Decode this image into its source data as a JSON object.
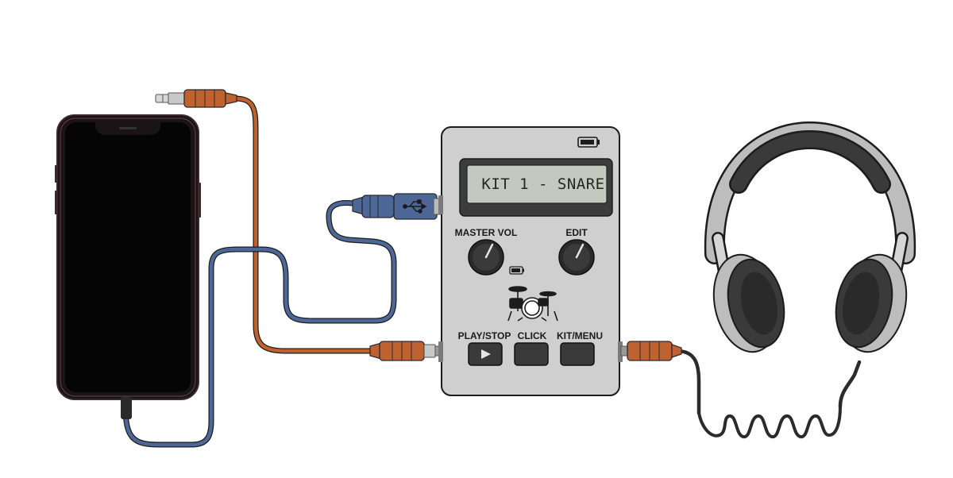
{
  "device": {
    "display_text": "KIT 1 - SNARE",
    "labels": {
      "master_vol": "MASTER VOL",
      "edit": "EDIT",
      "play_stop": "PLAY/STOP",
      "click": "CLICK",
      "kit_menu": "KIT/MENU"
    }
  },
  "icons": {
    "battery": "battery-icon",
    "drum_kit": "drum-kit-icon",
    "usb": "usb-icon",
    "play": "play-icon"
  },
  "colors": {
    "device_body": "#cfcfcf",
    "lcd": "#c4c8bf",
    "orange_cable": "#c0622f",
    "blue_cable": "#4d6796",
    "dark_cable": "#2b2b2b"
  }
}
